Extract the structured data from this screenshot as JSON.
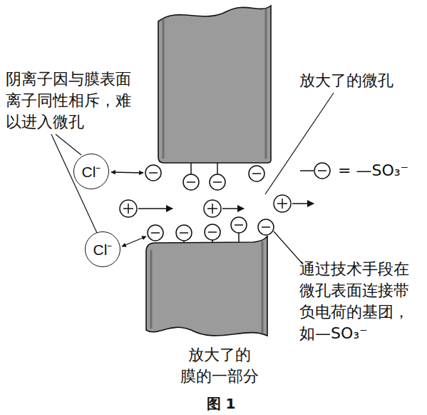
{
  "diagram": {
    "caption": "图 1",
    "nodes": [
      {
        "text": [
          "Cl⁻"
        ]
      },
      {
        "text": [
          "Cl⁻"
        ]
      }
    ],
    "labels": [
      "阴离子因与膜表面 离子同性相斥，难 以进入微孔",
      "放大了的微孔",
      "通过技术手段在 微孔表面连接带 负电荷的基团， 如—SO₃⁻",
      "放大了的 膜的一部分"
    ],
    "legend": [
      {
        "text": "= —SO₃⁻"
      }
    ]
  }
}
